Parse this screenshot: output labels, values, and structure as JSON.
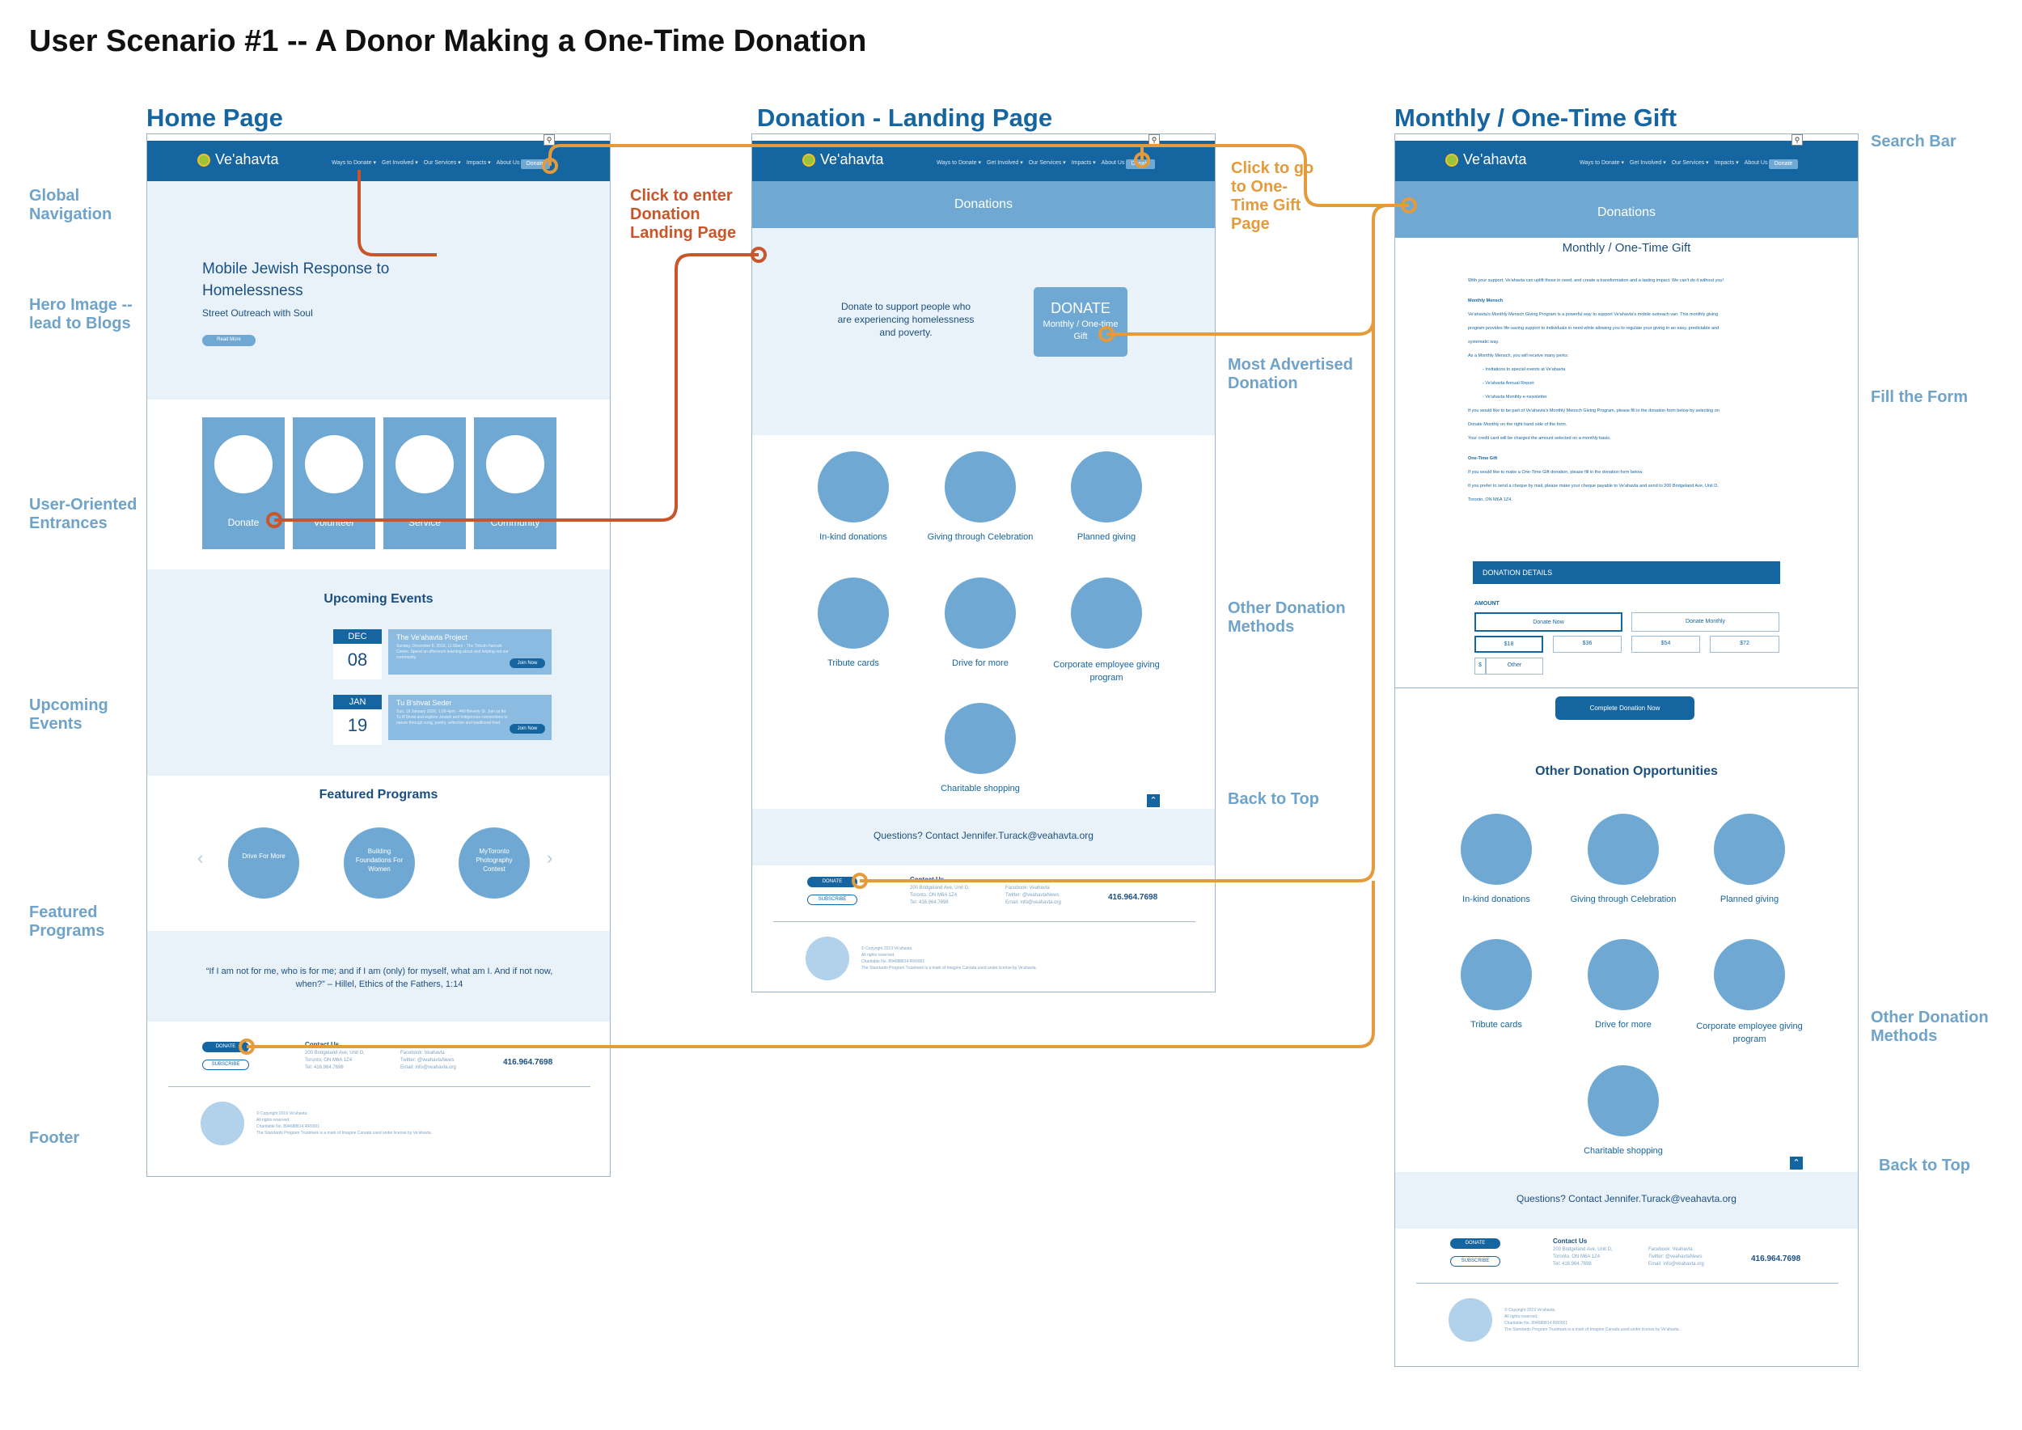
{
  "scenario_title": "User Scenario #1 -- A Donor Making a One-Time Donation",
  "pages": {
    "home": "Home Page",
    "landing": "Donation - Landing Page",
    "gift": "Monthly / One-Time Gift"
  },
  "left_labels": {
    "global_nav": "Global Navigation",
    "hero": "Hero Image -- lead to Blogs",
    "entrances": "User-Oriented Entrances",
    "events": "Upcoming Events",
    "featured": "Featured Programs",
    "footer": "Footer"
  },
  "flow_labels": {
    "click_landing": "Click to enter Donation Landing Page",
    "click_gift": "Click to go to One-Time Gift Page"
  },
  "mid_labels": {
    "most_advertised": "Most Advertised Donation",
    "other_methods": "Other Donation Methods",
    "back_top": "Back to Top"
  },
  "right_labels": {
    "search_bar": "Search Bar",
    "fill_form": "Fill the Form",
    "other_methods": "Other Donation Methods",
    "back_top": "Back to Top"
  },
  "site": {
    "logo": "Ve'ahavta",
    "menu": [
      "Ways to Donate ▾",
      "Get Involved ▾",
      "Our Services ▾",
      "Impacts ▾",
      "About Us ▾"
    ],
    "donate_btn": "Donate",
    "search_icon": "search-icon",
    "phone": "416.964.7698",
    "contact_heading": "Contact Us",
    "contact_lines": [
      "200 Bridgeland Ave, Unit D,",
      "Toronto, ON M6A 1Z4",
      "Tel: 416.964.7698"
    ],
    "social_lines": [
      "Facebook: Veahavta",
      "Twitter: @veahavtaNews",
      "Email: info@veahavta.org"
    ],
    "footer_donate": "DONATE",
    "footer_subscribe": "SUBSCRIBE",
    "copyright_lines": [
      "© Copyright 2019 Ve'ahavta.",
      "All rights reserved.",
      "Charitable No. 894688814 RR0001",
      "The Standards Program Trustmark is a mark of Imagine Canada used under license by Ve'ahavta."
    ],
    "questions": "Questions? Contact Jennifer.Turack@veahavta.org"
  },
  "home": {
    "hero_title": "Mobile Jewish Response to Homelessness",
    "hero_sub": "Street Outreach with Soul",
    "hero_btn": "Read More",
    "entrances": [
      "Donate",
      "Volunteer",
      "Service",
      "Community"
    ],
    "events_title": "Upcoming Events",
    "events": [
      {
        "month": "DEC",
        "day": "08",
        "title": "The Ve'ahavta Project",
        "desc": "Sunday, December 8, 2019, 11:00am - The Tirtzah Hannah Center. Spend an afternoon learning about and helping out our community.",
        "btn": "Join Now"
      },
      {
        "month": "JAN",
        "day": "19",
        "title": "Tu B'shvat Seder",
        "desc": "Sun, 19 January 2020, 1:00-4pm - 440 Beverly St. Join us for Tu B'Shvat and explore Jewish and Indigenous connections to nature through song, poetry, reflection and traditional food.",
        "btn": "Join Now"
      }
    ],
    "featured_title": "Featured Programs",
    "featured": [
      "Drive For More",
      "Building Foundations For Women",
      "MyToronto Photography Contest"
    ],
    "quote": "“If I am not for me, who is for me; and if I am (only) for myself, what am I. And if not now, when?” – Hillel, Ethics of the Fathers, 1:14"
  },
  "landing": {
    "band": "Donations",
    "support": "Donate to support people who are experiencing homelessness and poverty.",
    "donate_title": "DONATE",
    "donate_sub": "Monthly / One-time Gift",
    "methods": [
      "In-kind donations",
      "Giving through Celebration",
      "Planned giving",
      "Tribute cards",
      "Drive for more",
      "Corporate employee giving program",
      "Charitable shopping"
    ]
  },
  "gift": {
    "band": "Donations",
    "heading": "Monthly / One-Time Gift",
    "body": [
      "With your support, Ve'ahavta can uplift those in need, and create a transformation and a lasting impact. We can't do it without you!",
      "Monthly Mensch",
      "Ve'ahavta's Monthly Mensch Giving Program is a powerful way to support Ve'ahavta's mobile outreach van. This monthly giving",
      "program provides life-saving support to individuals in need while allowing you to regulate your giving in an easy, predictable and",
      "systematic way.",
      "As a Monthly Mensch, you will receive many perks:",
      "- Invitations to special events at Ve'ahavta",
      "- Ve'ahavta Annual Report",
      "- Ve'ahavta Monthly e-newsletter",
      "If you would like to be part of Ve'ahavta's Monthly Mensch Giving Program, please fill in the donation form below by selecting on",
      "Donate Monthly on the right hand side of the form.",
      "Your credit card will be charged the amount selected on a monthly basis.",
      "One-Time Gift",
      "If you would like to make a One-Time Gift donation, please fill in the donation form below.",
      "If you prefer to send a cheque by mail, please make your cheque payable to Ve'ahavta and send to 200 Bridgeland Ave, Unit D,",
      "Toronto, ON M6A 1Z4."
    ],
    "form_header": "DONATION DETAILS",
    "amount_label": "AMOUNT",
    "donate_now": "Donate Now",
    "donate_monthly": "Donate Monthly",
    "amounts": [
      "$18",
      "$36",
      "$54",
      "$72"
    ],
    "currency": "$",
    "other": "Other",
    "complete_btn": "Complete Donation Now",
    "opps_title": "Other Donation Opportunities",
    "methods": [
      "In-kind donations",
      "Giving through Celebration",
      "Planned giving",
      "Tribute cards",
      "Drive for more",
      "Corporate employee giving program",
      "Charitable shopping"
    ]
  },
  "colors": {
    "primary": "#1565a0",
    "light": "#6fa9d3",
    "pale": "#e9f2f9",
    "flow_red": "#c8562a",
    "flow_orange": "#e59a3c",
    "label": "#6fa3c9"
  }
}
